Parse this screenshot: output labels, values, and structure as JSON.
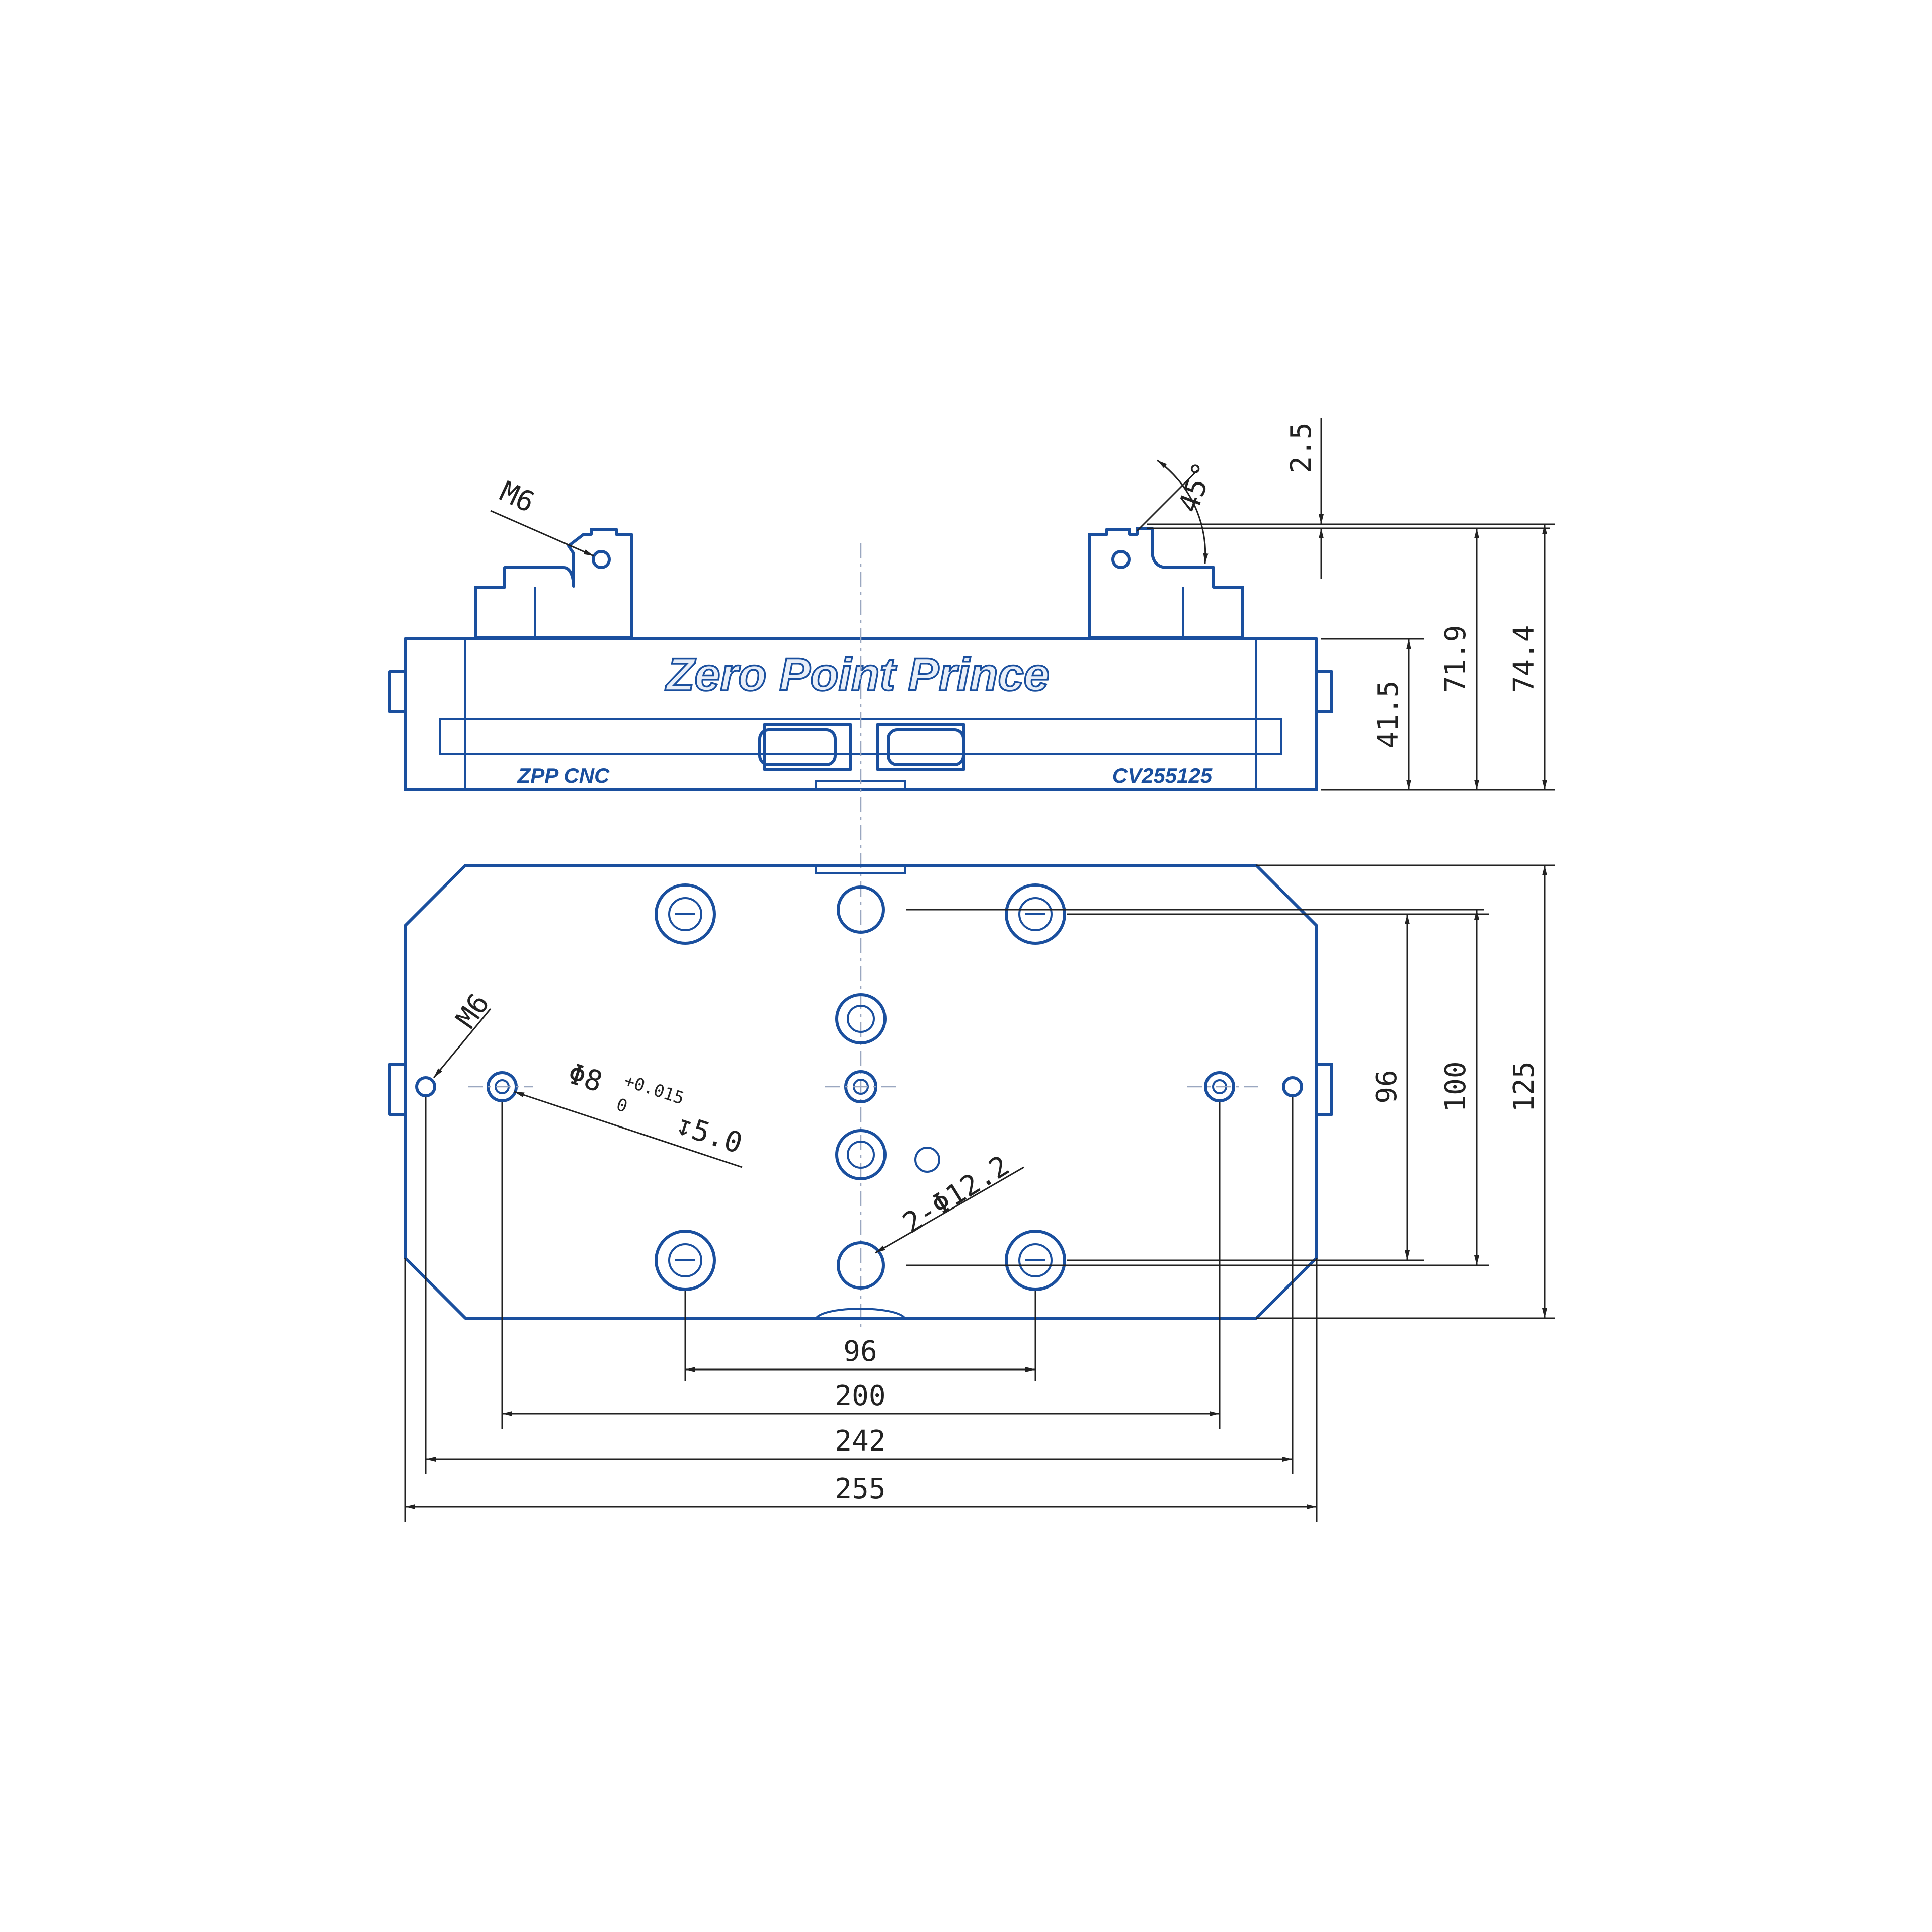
{
  "drawing": {
    "brand_text": "Zero Point Prince",
    "left_mark": "ZPP CNC",
    "model": "CV255125",
    "stroke_color": "#1a4f9e",
    "dim_color": "#222222"
  },
  "dimensions": {
    "thread_top": "M6",
    "thread_bottom": "M6",
    "angle": "45°",
    "top_gap": "2.5",
    "height_body": "41.5",
    "height_jaw": "71.9",
    "height_total": "74.4",
    "pin_spacing_96_v": "96",
    "pin_spacing_100": "100",
    "width_125": "125",
    "pin_spacing_96_h": "96",
    "span_200": "200",
    "span_242": "242",
    "length_255": "255",
    "dowel_dia": "Φ8",
    "dowel_tol_upper": "+0.015",
    "dowel_tol_lower": "0",
    "dowel_depth": "↧5.0",
    "hole_callout": "2-Φ12.2"
  }
}
